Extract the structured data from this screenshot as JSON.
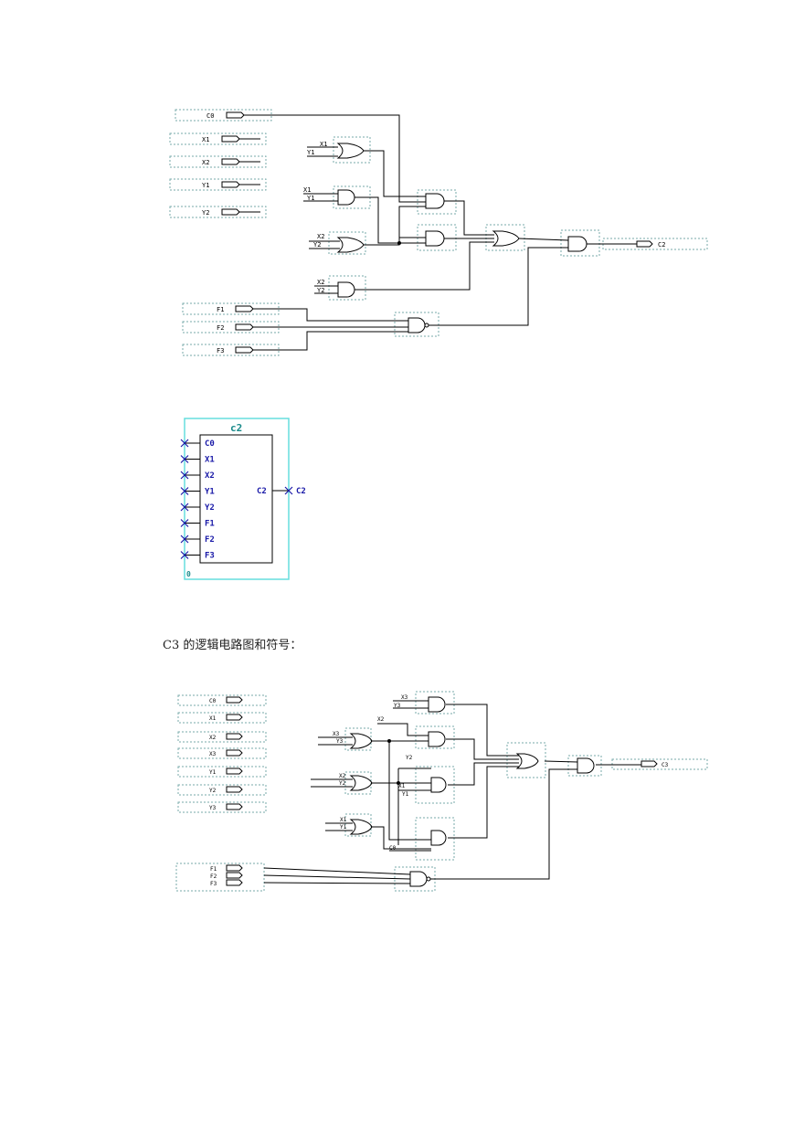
{
  "schematic_c2": {
    "inputs": [
      "C0",
      "X1",
      "X2",
      "Y1",
      "Y2"
    ],
    "f_inputs": [
      "F1",
      "F2",
      "F3"
    ],
    "or_top": [
      "X1",
      "Y1"
    ],
    "and_x1y1": [
      "X1",
      "Y1"
    ],
    "or_x2y2": [
      "X2",
      "Y2"
    ],
    "and_x2y2": [
      "X2",
      "Y2"
    ],
    "output": "C2"
  },
  "symbol_c2": {
    "title": "c2",
    "pins": [
      "C0",
      "X1",
      "X2",
      "Y1",
      "Y2",
      "F1",
      "F2",
      "F3"
    ],
    "out_pin": "C2",
    "out_net": "C2",
    "corner": "0"
  },
  "caption": "C3 的逻辑电路图和符号：",
  "schematic_c3": {
    "inputs": [
      "C0",
      "X1",
      "X2",
      "X3",
      "Y1",
      "Y2",
      "Y3"
    ],
    "f_inputs": [
      "F1",
      "F2",
      "F3"
    ],
    "and_x3y3": [
      "X3",
      "Y3"
    ],
    "x2_label": "X2",
    "or_x3y3": [
      "X3",
      "Y3"
    ],
    "y2_label": "Y2",
    "or_x2y2": [
      "X2",
      "Y2"
    ],
    "and_x1y1": [
      "X1",
      "Y1"
    ],
    "or_x1y1": [
      "X1",
      "Y1"
    ],
    "c0_label": "C0",
    "output": "C3"
  }
}
